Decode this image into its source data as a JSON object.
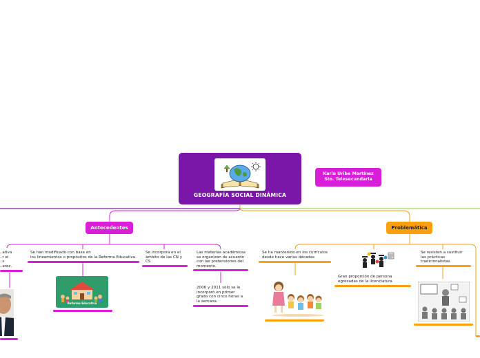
{
  "central": {
    "title": "GEOGRAFÍA SOCIAL DINÁMICA",
    "image": "globe-book-illustration"
  },
  "author_note": {
    "text": "Karla Uribe Martínez\nSto. Telesecundaria"
  },
  "branches": {
    "antecedentes": {
      "label": "Antecedentes",
      "items": [
        "...ativa\n...r el\n...s\n...arez.",
        "Se han modificado con base en\nlos lineamientos o propósitos de la Reforma Educativa.",
        "Se incorpora en el\námbito de las CN y\nCS",
        "Las materias académicas\nse organizan de acuerdo\ncon las pretensiones del\nmomento.",
        "2006 y 2011 sólo se le\nincorporó en primer\ngrado con cinco horas a\nla semana."
      ],
      "image_caption": "Reforma Educativa"
    },
    "problematica": {
      "label": "Problemática",
      "items": [
        "Se ha mantenido en los currículos\ndesde hace varias décadas",
        "Gran proporción de persona\negresadas de la licenciatura",
        "Se resisten a sustituir\nlas prácticas\ntradicionalistas"
      ]
    }
  },
  "colors": {
    "central": "#7a16a8",
    "antecedentes": "#d81ed8",
    "problematica": "#fb9f0e",
    "purple_line": "#7a16a8",
    "green_line": "#9bd85a"
  }
}
